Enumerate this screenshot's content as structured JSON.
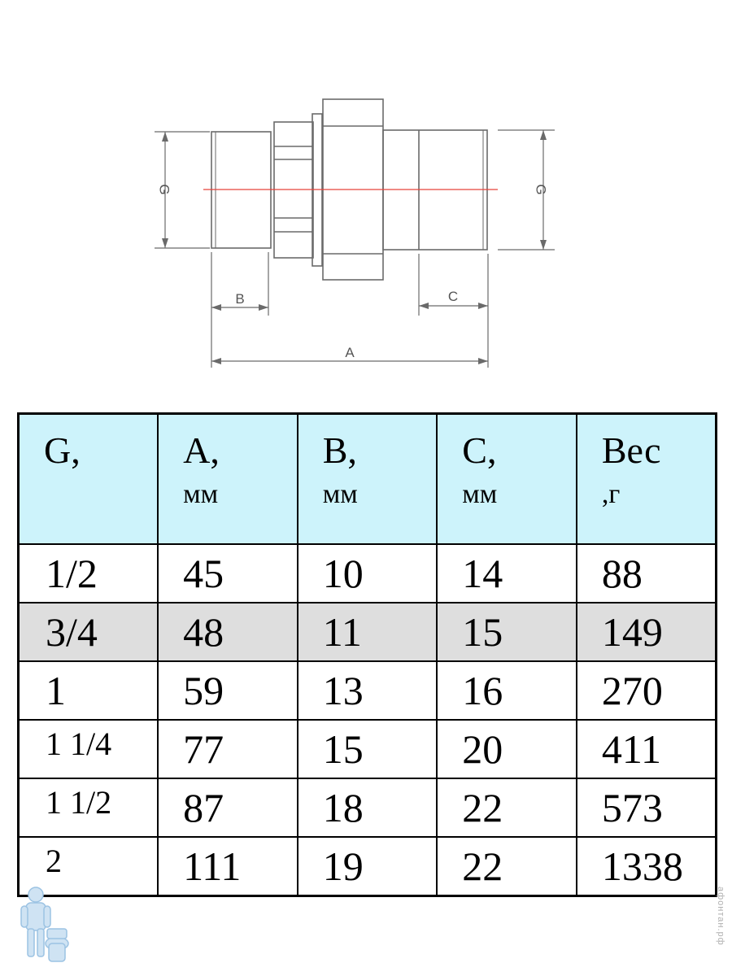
{
  "drawing": {
    "labels": {
      "g_left": "G",
      "g_right": "G",
      "b": "B",
      "c": "C",
      "a": "A"
    },
    "colors": {
      "line": "#6a6a6a",
      "axis": "#e8433a"
    }
  },
  "table": {
    "headers": [
      {
        "line1": "G,",
        "line2": ""
      },
      {
        "line1": "A,",
        "line2": "мм"
      },
      {
        "line1": "B,",
        "line2": "мм"
      },
      {
        "line1": "C,",
        "line2": "мм"
      },
      {
        "line1": "Вес",
        "line2": ",г"
      }
    ],
    "rows": [
      [
        "1/2",
        "45",
        "10",
        "14",
        "88"
      ],
      [
        "3/4",
        "48",
        "11",
        "15",
        "149"
      ],
      [
        "1",
        "59",
        "13",
        "16",
        "270"
      ],
      [
        "1 1/4",
        "77",
        "15",
        "20",
        "411"
      ],
      [
        "1 1/2",
        "87",
        "18",
        "22",
        "573"
      ],
      [
        "2",
        "111",
        "19",
        "22",
        "1338"
      ]
    ],
    "colors": {
      "header_bg": "#cdf3fb",
      "shaded_row_bg": "#dedede"
    }
  },
  "watermark": "афонтан.рф"
}
